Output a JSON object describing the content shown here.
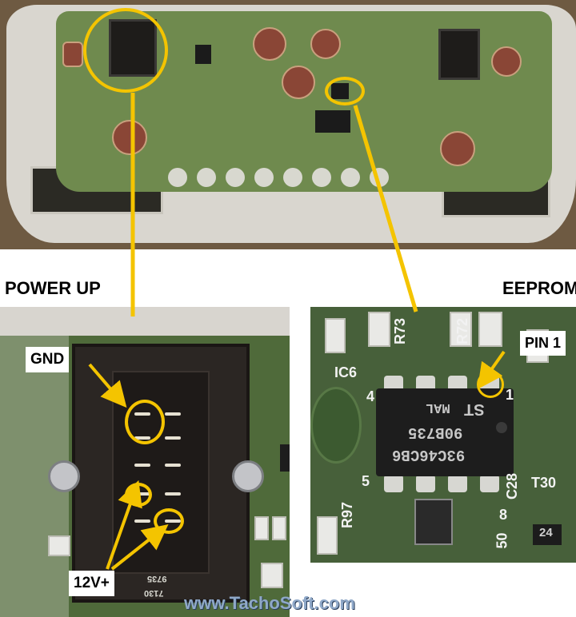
{
  "figure": {
    "power_heading": "POWER UP",
    "eeprom_heading": "EEPROM",
    "power_photo": {
      "gnd_label": "GND",
      "v12_label": "12V+",
      "silk_codes": [
        "9735",
        "7130"
      ]
    },
    "eeprom_photo": {
      "pin1_label": "PIN 1",
      "chip_marking": [
        "93C46CB6",
        "90B735",
        "MAL"
      ],
      "silk_labels": [
        "R73",
        "R72",
        "IC6",
        "R97",
        "C28",
        "T30",
        "50",
        "4",
        "5",
        "8",
        "1"
      ],
      "transistor_marking": "24"
    },
    "watermark": "www.TachoSoft.com"
  },
  "colors": {
    "highlight": "#f4c400",
    "pcb_green": "#4f6a3a",
    "watermark": "#8fa8c8"
  }
}
